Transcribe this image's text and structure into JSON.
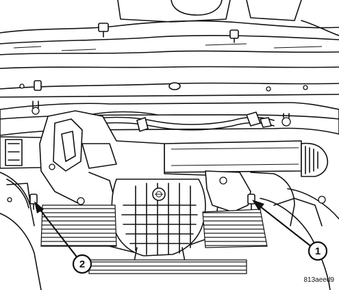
{
  "callouts": [
    {
      "label": "1"
    },
    {
      "label": "2"
    }
  ],
  "figure_id": "813aeed9",
  "colors": {
    "line": "#111111",
    "background": "#ffffff"
  }
}
